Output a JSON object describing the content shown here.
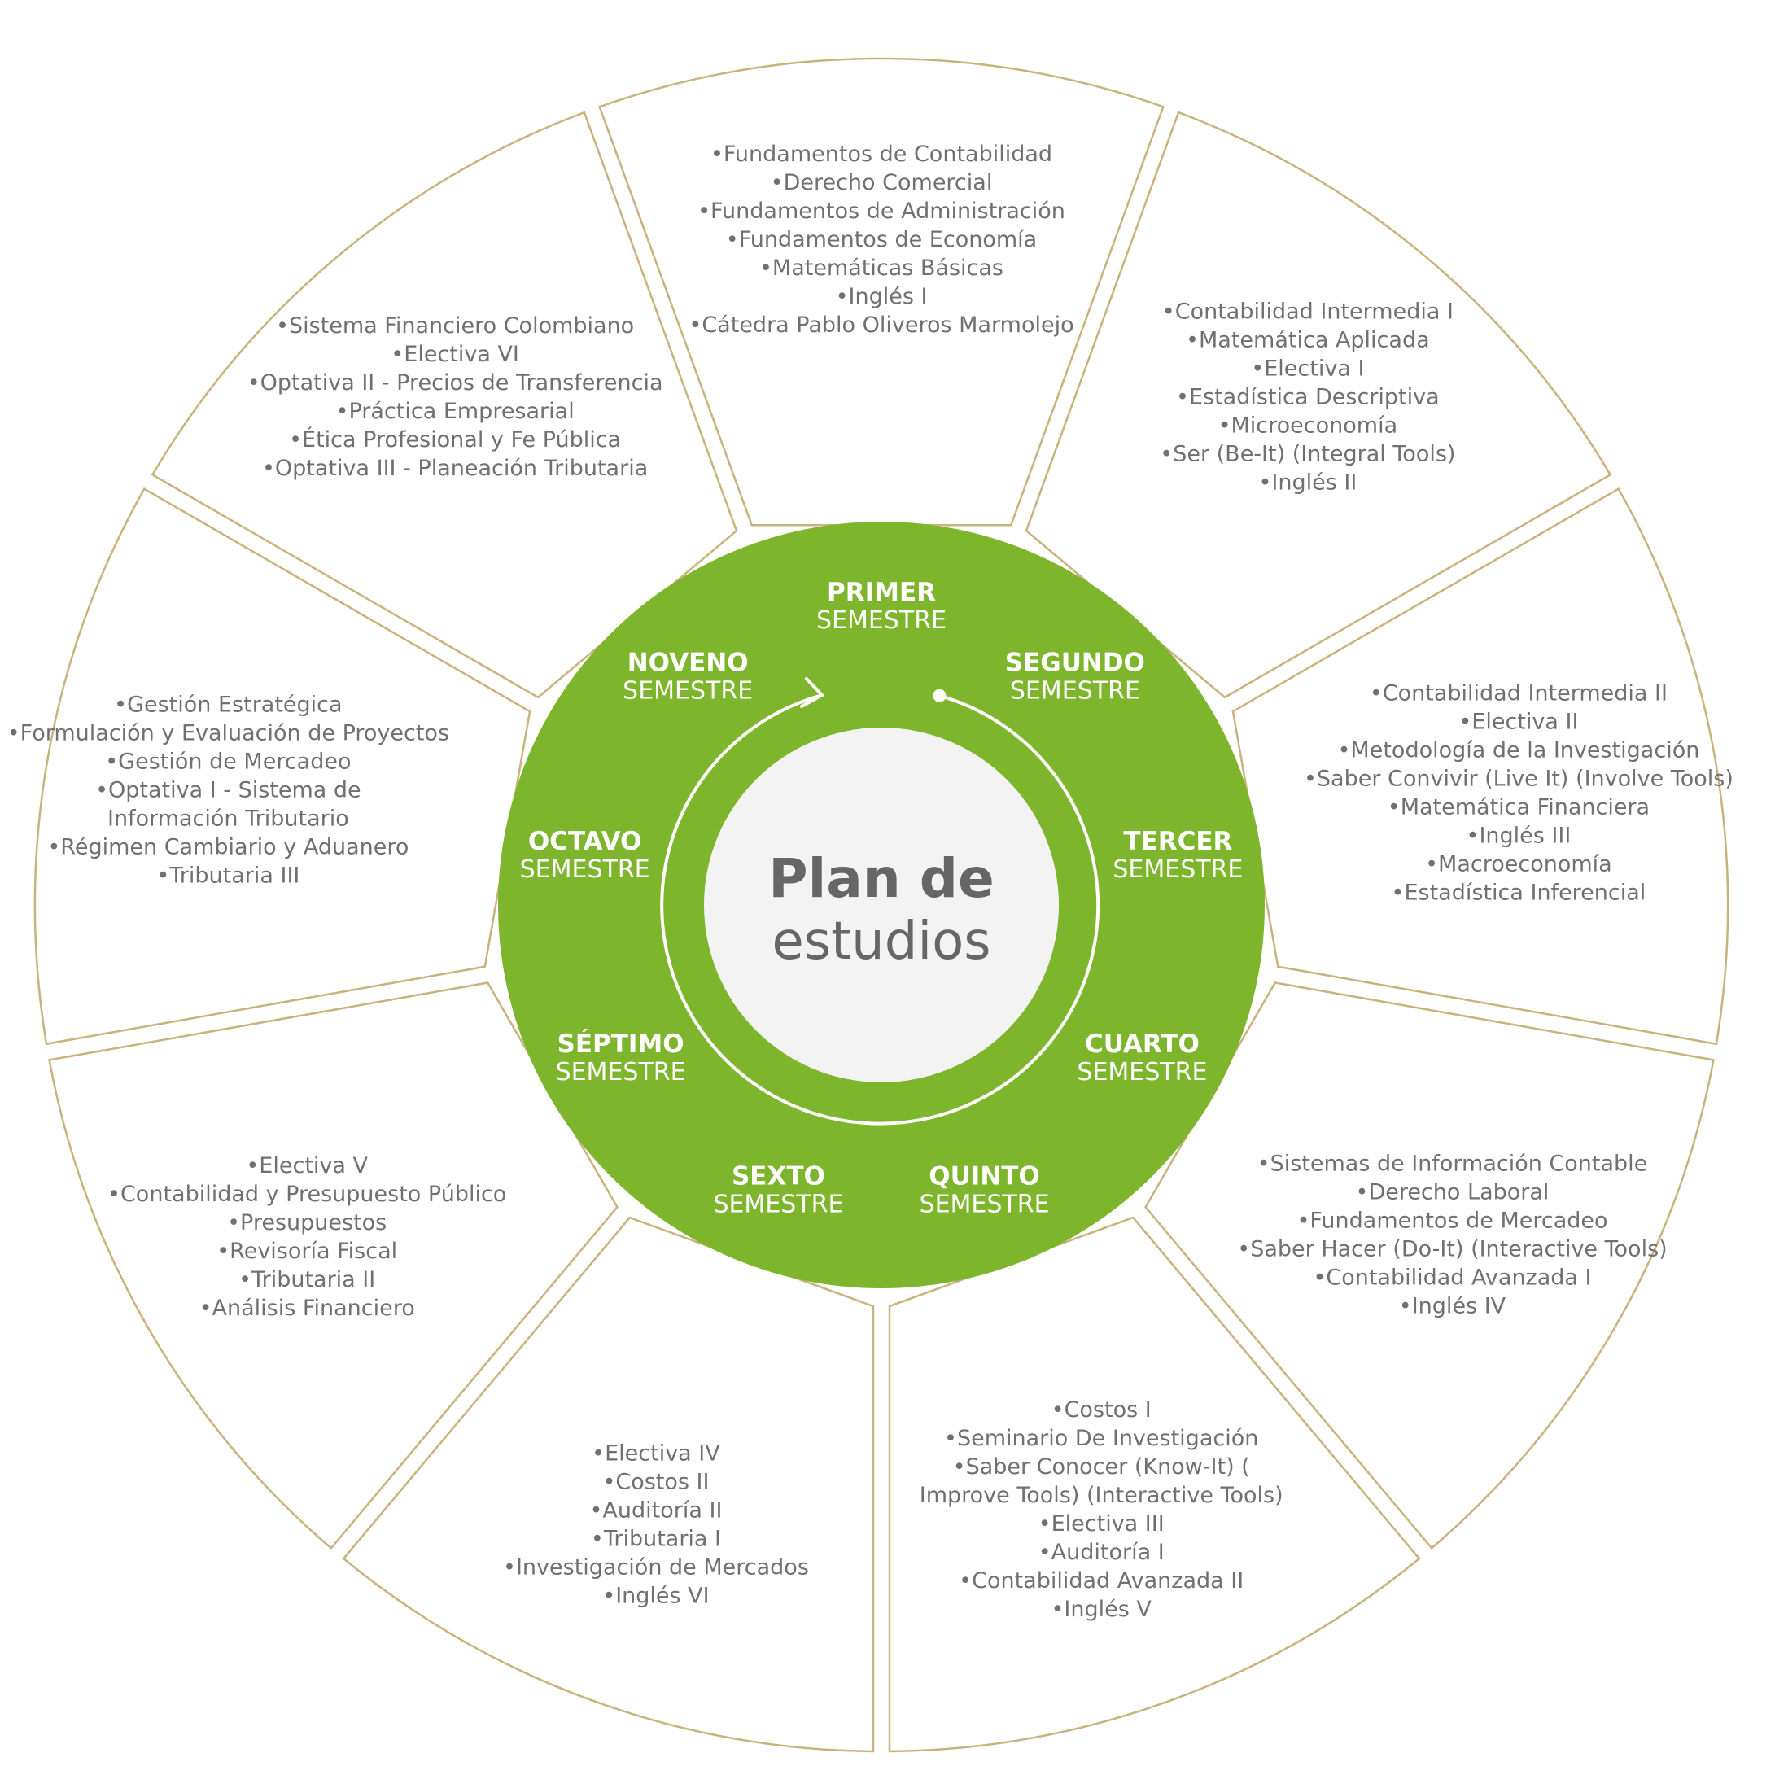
{
  "colors": {
    "accent_green": "#7db52c",
    "segment_border": "#c9b37c",
    "center_fill": "#f3f3f3",
    "text_gray": "#707070",
    "title_gray": "#666666"
  },
  "center": {
    "line1": "Plan de",
    "line2": "estudios"
  },
  "semester_word": "SEMESTRE",
  "semesters": [
    {
      "name": "PRIMER",
      "courses": [
        "Fundamentos de Contabilidad",
        "Derecho Comercial",
        "Fundamentos de Administración",
        "Fundamentos de Economía",
        "Matemáticas Básicas",
        "Inglés I",
        "Cátedra Pablo Oliveros Marmolejo"
      ]
    },
    {
      "name": "SEGUNDO",
      "courses": [
        "Contabilidad Intermedia I",
        "Matemática Aplicada",
        "Electiva I",
        "Estadística Descriptiva",
        "Microeconomía",
        "Ser (Be-It) (Integral Tools)",
        "Inglés II"
      ]
    },
    {
      "name": "TERCER",
      "courses": [
        "Contabilidad Intermedia II",
        "Electiva II",
        "Metodología de la Investigación",
        "Saber Convivir (Live It) (Involve Tools)",
        "Matemática Financiera",
        "Inglés III",
        "Macroeconomía",
        "Estadística Inferencial"
      ]
    },
    {
      "name": "CUARTO",
      "courses": [
        "Sistemas de Información Contable",
        "Derecho Laboral",
        "Fundamentos de Mercadeo",
        "Saber Hacer (Do-It) (Interactive Tools)",
        "Contabilidad Avanzada I",
        "Inglés IV"
      ]
    },
    {
      "name": "QUINTO",
      "courses": [
        "Costos I",
        "Seminario De Investigación",
        "Saber Conocer (Know-It) ( Improve Tools) (Interactive Tools)",
        "Electiva III",
        "Auditoría I",
        "Contabilidad Avanzada II",
        "Inglés V"
      ]
    },
    {
      "name": "SEXTO",
      "courses": [
        "Electiva IV",
        "Costos II",
        "Auditoría II",
        "Tributaria I",
        "Investigación de Mercados",
        "Inglés VI"
      ]
    },
    {
      "name": "SÉPTIMO",
      "courses": [
        "Electiva V",
        "Contabilidad y Presupuesto Público",
        "Presupuestos",
        "Revisoría Fiscal",
        "Tributaria II",
        "Análisis Financiero"
      ]
    },
    {
      "name": "OCTAVO",
      "courses": [
        "Gestión Estratégica",
        "Formulación y Evaluación de Proyectos",
        "Gestión de Mercadeo",
        "Optativa I - Sistema de Información Tributario",
        "Régimen Cambiario y Aduanero",
        "Tributaria III"
      ]
    },
    {
      "name": "NOVENO",
      "courses": [
        "Sistema Financiero Colombiano",
        "Electiva VI",
        "Optativa II - Precios de Transferencia",
        "Práctica Empresarial",
        "Ética Profesional y Fe Pública",
        "Optativa III - Planeación Tributaria"
      ]
    }
  ]
}
